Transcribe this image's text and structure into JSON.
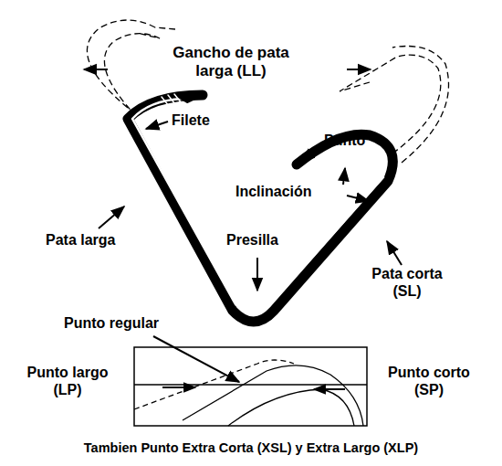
{
  "diagram": {
    "caption": "Tambien Punto Extra Corta (XSL) y Extra Largo (XLP)",
    "labels": [
      "Gancho de pata larga (LL)",
      "Filete",
      "Punto",
      "Inclinación",
      "Pata larga",
      "Presilla",
      "Pata corta (SL)",
      "Punto regular",
      "Punto largo (LP)",
      "Punto corto (SP)"
    ]
  }
}
